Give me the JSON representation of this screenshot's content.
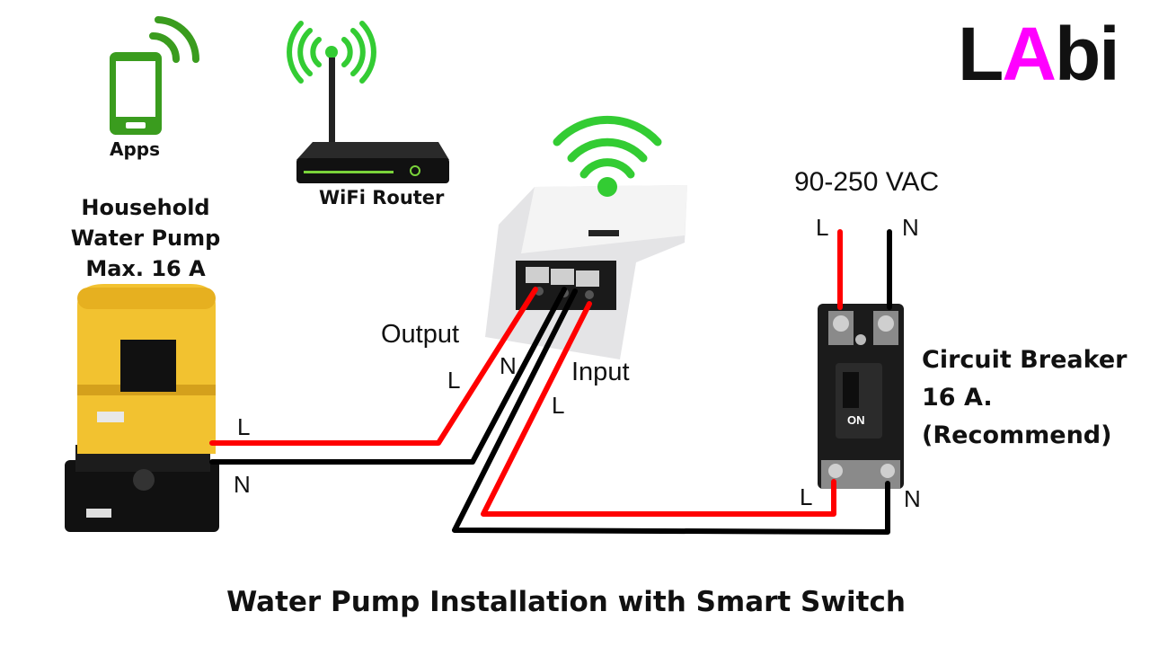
{
  "logo": {
    "part1": "L",
    "part2": "A",
    "part3": "bi",
    "accent": "#ff00ff"
  },
  "apps_label": "Apps",
  "router_label": "WiFi Router",
  "pump_label": {
    "line1": "Household",
    "line2": "Water Pump",
    "line3": "Max. 16 A"
  },
  "supply_label": "90-250 VAC",
  "breaker_label": {
    "line1": "Circuit Breaker",
    "line2": "16 A.",
    "line3": "(Recommend)",
    "on_text": "ON"
  },
  "switch_labels": {
    "output": "Output",
    "input": "Input"
  },
  "wire_letters": {
    "pump_l": "L",
    "pump_n": "N",
    "out_l": "L",
    "out_n": "N",
    "in_l": "L",
    "supply_l": "L",
    "supply_n": "N",
    "breaker_l": "L",
    "breaker_n": "N"
  },
  "title": "Water Pump Installation with Smart Switch",
  "colors": {
    "wire_live": "#ff0000",
    "wire_neutral": "#000000",
    "wifi": "#33cc33",
    "pump_body": "#f2c230",
    "phone": "#3a9c1e"
  },
  "icons": [
    "phone-icon",
    "wifi-icon",
    "router-icon",
    "water-pump-icon",
    "smart-switch-icon",
    "circuit-breaker-icon"
  ]
}
